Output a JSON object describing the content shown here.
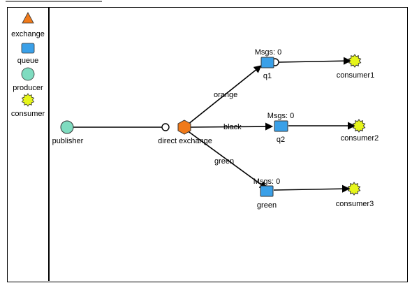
{
  "legend": {
    "items": [
      {
        "label": "exchange",
        "shape": "triangle",
        "color": "#f07a1a"
      },
      {
        "label": "queue",
        "shape": "rect",
        "color": "#3aa0e8"
      },
      {
        "label": "producer",
        "shape": "circle",
        "color": "#7fdcc0"
      },
      {
        "label": "consumer",
        "shape": "star",
        "color": "#e6f51a"
      }
    ]
  },
  "nodes": {
    "publisher": {
      "label": "publisher"
    },
    "exchange": {
      "label": "direct exchange"
    },
    "q1": {
      "label": "q1",
      "msgs": "Msgs: 0"
    },
    "q2": {
      "label": "q2",
      "msgs": "Msgs: 0"
    },
    "green": {
      "label": "green",
      "msgs": "Msgs: 0"
    },
    "consumer1": {
      "label": "consumer1"
    },
    "consumer2": {
      "label": "consumer2"
    },
    "consumer3": {
      "label": "consumer3"
    }
  },
  "edges": {
    "orange": "orange",
    "black": "black",
    "green": "green"
  },
  "colors": {
    "exchange": "#f07a1a",
    "queue": "#3aa0e8",
    "producer": "#7fdcc0",
    "consumer": "#e6f51a"
  }
}
